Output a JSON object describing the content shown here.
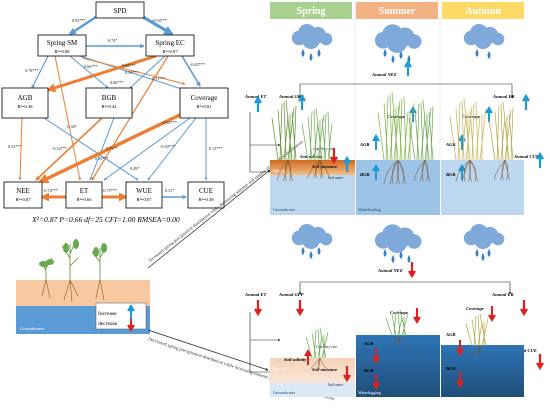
{
  "sem": {
    "nodes": {
      "spd": {
        "label": "SPD"
      },
      "spring_sm": {
        "label": "Spring SM",
        "r2": "R²=0.88"
      },
      "spring_ec": {
        "label": "Spring EC",
        "r2": "R²=0.87"
      },
      "agb": {
        "label": "AGB",
        "r2": "R²=0.48"
      },
      "bgb": {
        "label": "BGB",
        "r2": "R²=0.44"
      },
      "coverage": {
        "label": "Coverage",
        "r2": "R²=0.81"
      },
      "nee": {
        "label": "NEE",
        "r2": "R²=0.87"
      },
      "et": {
        "label": "ET",
        "r2": "R²=0.66"
      },
      "wue": {
        "label": "WUE",
        "r2": "R²=0.67"
      },
      "cue": {
        "label": "CUE",
        "r2": "R²=0.38"
      }
    },
    "paths": {
      "spd_sm": "0.93***",
      "spd_ec": "-0.94***",
      "sm_ec": "0.74*",
      "sm_agb": "0.78***",
      "sm_bgb": "0.66***",
      "sm_cov_a": "0.69***",
      "sm_cov_b": "0.59***",
      "ec_cov": "-0.45***",
      "ec_agb": "0.66***",
      "ec_bgb": "0.51***",
      "agb_nee": "0.23***",
      "bgb_nee": "-0.52***",
      "bgb_et": "0.59***",
      "cov_nee": "-0.65***",
      "cov_et": "0.49*",
      "cov_cue": "0.13***",
      "cov_wue": "-0.50***",
      "ec_wue": "0.79**",
      "sm_wue": "-0.38*",
      "nee_et": "-0.74***",
      "et_wue": "-0.75***",
      "wue_cue": "0.31*"
    },
    "fit": "X²=0.87 P=0.66 df=25 CFI=1.00 RMSEA=0.00"
  },
  "seasons": [
    "Spring",
    "Summer",
    "Autumn"
  ],
  "upper": {
    "annual_nee": "Annual NEE",
    "annual_et": "Annual ET",
    "annual_gpp": "Annual GPP",
    "annual_er": "Annual ER",
    "annual_cue": "Annual CUE",
    "soil_salinity": "Soil salinity",
    "soil_moisture": "Soil moisture",
    "capillary_rise": "Capillary rise",
    "coverage": "Coverage",
    "agb": "AGB",
    "bgb": "BGB",
    "soil_water": "Soil water",
    "wet_soil": "Wet soil",
    "groundwater": "Groundwater",
    "waterlogging": "Waterlooding"
  },
  "lower": {
    "annual_nee": "Annual NEE",
    "annual_et": "Annual ET",
    "annual_gpp": "Annual GPP",
    "annual_er": "Annual ER",
    "annual_cue": "Annual CUE",
    "soil_salinity": "Soil salinity",
    "soil_moisture": "Soil moisture",
    "capillary_rise": "Capillary rise",
    "coverage": "Coverage",
    "agb": "AGB",
    "bgb": "BGB",
    "soil_water": "Soil water",
    "dry_soil": "Dry soil",
    "groundwater": "Groundwater",
    "waterlogging": "Waterlogging"
  },
  "legend_box": {
    "increase": "Increase",
    "decrease": "decrease",
    "groundwater": "Groundwater"
  },
  "diagonal": {
    "upper": "Increased spring precipitation distribution while decreasing summer and autumn precipitation distribution",
    "lower": "Decreased spring precipitation distribution while increasing summer and autumn precipitation distribution"
  },
  "colors": {
    "blue": "#5b9bd5",
    "orange": "#ed7d31",
    "spring": "#a9d08e",
    "summer": "#f4b183",
    "autumn": "#ffd966",
    "up": "#1a9ad6",
    "down": "#e02020"
  }
}
